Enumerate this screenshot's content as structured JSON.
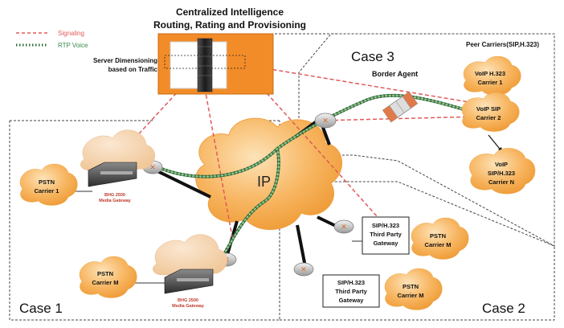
{
  "title": {
    "line1": "Centralized Intelligence",
    "line2": "Routing, Rating and Provisioning"
  },
  "legend": {
    "signaling": "Signaling",
    "rtp_voice": "RTP Voice"
  },
  "server_note": {
    "line1": "Server Dimensioning",
    "line2": "based on Traffic"
  },
  "ip_label": "IP",
  "cases": {
    "case1": "Case 1",
    "case2": "Case 2",
    "case3": "Case 3"
  },
  "peer_carriers": "Peer Carriers(SIP,H.323)",
  "border_agent": "Border Agent",
  "clouds": {
    "pstn_carrier1": [
      "PSTN",
      "Carrier 1"
    ],
    "pstn_carrier_m_left": [
      "PSTN",
      "Carrier M"
    ],
    "pstn_carrier_m_mid": [
      "PSTN",
      "Carrier M"
    ],
    "pstn_carrier_m_bottom": [
      "PSTN",
      "Carrier M"
    ],
    "voip_h323_carrier1": [
      "VoIP H.323",
      "Carrier 1"
    ],
    "voip_sip_carrier2": [
      "VoIP SIP",
      "Carrier 2"
    ],
    "voip_sip_h323_carrier_n": [
      "VoIP",
      "SIP/H.323",
      "Carrier N"
    ]
  },
  "gateways": {
    "bhg_top": [
      "BHG 2500",
      "Media Gateway"
    ],
    "bhg_bottom": [
      "BHG 2500",
      "Media Gateway"
    ]
  },
  "third_party": {
    "upper": [
      "SIP/H.323",
      "Third Party",
      "Gateway"
    ],
    "lower": [
      "SIP/H.323",
      "Third Party",
      "Gateway"
    ]
  },
  "colors": {
    "signaling": "#e05a5a",
    "rtp_voice": "#3d8a4a",
    "cloud": "#f6b25a",
    "title_box": "#f28c28",
    "router": "#e08a4e"
  }
}
